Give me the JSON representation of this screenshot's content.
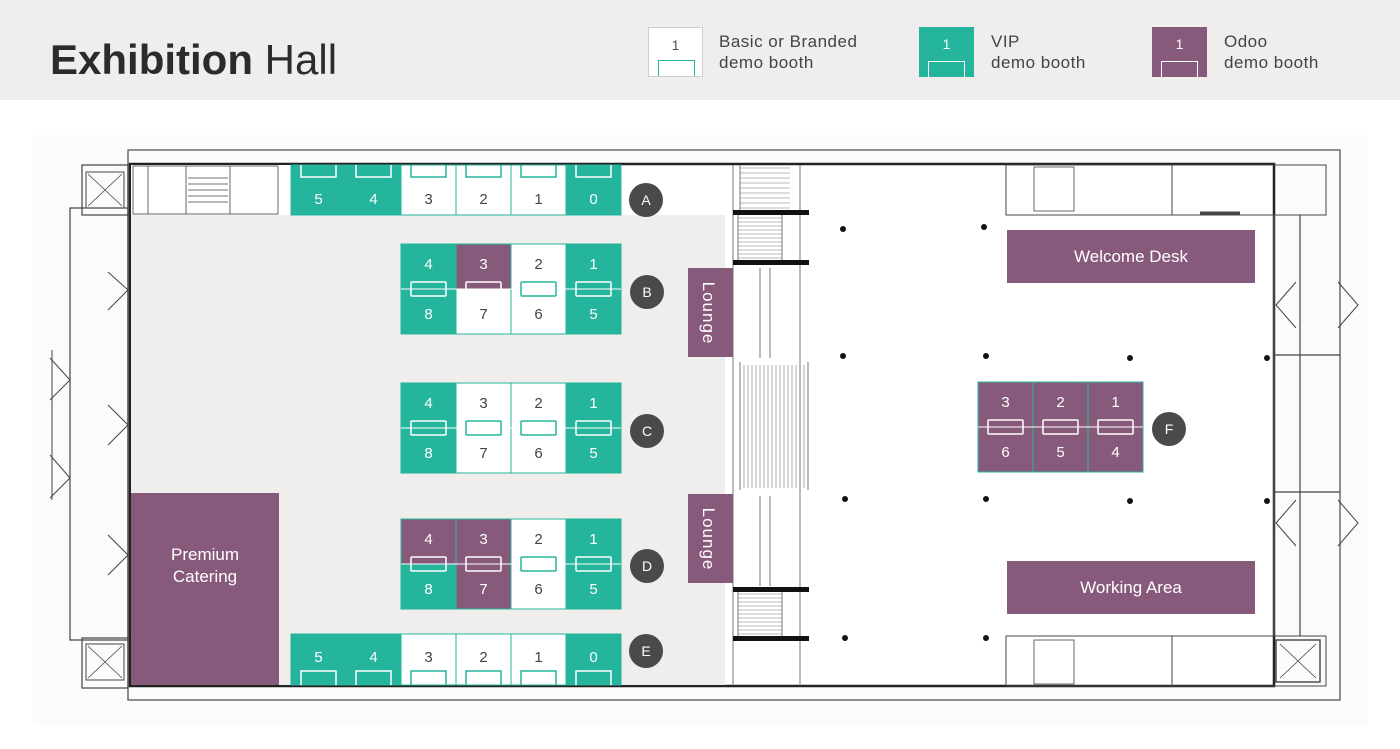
{
  "title": {
    "bold": "Exhibition",
    "regular": "Hall"
  },
  "legend": [
    {
      "number": "1",
      "line1": "Basic or Branded",
      "line2": "demo booth",
      "type": "basic"
    },
    {
      "number": "1",
      "line1": "VIP",
      "line2": "demo booth",
      "type": "vip"
    },
    {
      "number": "1",
      "line1": "Odoo",
      "line2": "demo booth",
      "type": "odoo"
    }
  ],
  "colors": {
    "vip": "#25b59c",
    "odoo": "#875a7b",
    "basic": "#ffffff",
    "marker": "#4a4a4a",
    "floor": "#efeeed"
  },
  "rows": [
    {
      "id": "A",
      "booths": [
        {
          "n": "5",
          "t": "vip"
        },
        {
          "n": "4",
          "t": "vip"
        },
        {
          "n": "3",
          "t": "basic"
        },
        {
          "n": "2",
          "t": "basic"
        },
        {
          "n": "1",
          "t": "basic"
        },
        {
          "n": "0",
          "t": "vip"
        }
      ]
    },
    {
      "id": "B",
      "top": [
        {
          "n": "4",
          "t": "vip"
        },
        {
          "n": "3",
          "t": "odoo"
        },
        {
          "n": "2",
          "t": "basic"
        },
        {
          "n": "1",
          "t": "vip"
        }
      ],
      "bottom": [
        {
          "n": "8",
          "t": "vip"
        },
        {
          "n": "7",
          "t": "basic"
        },
        {
          "n": "6",
          "t": "basic"
        },
        {
          "n": "5",
          "t": "vip"
        }
      ]
    },
    {
      "id": "C",
      "top": [
        {
          "n": "4",
          "t": "vip"
        },
        {
          "n": "3",
          "t": "basic"
        },
        {
          "n": "2",
          "t": "basic"
        },
        {
          "n": "1",
          "t": "vip"
        }
      ],
      "bottom": [
        {
          "n": "8",
          "t": "vip"
        },
        {
          "n": "7",
          "t": "basic"
        },
        {
          "n": "6",
          "t": "basic"
        },
        {
          "n": "5",
          "t": "vip"
        }
      ]
    },
    {
      "id": "D",
      "top": [
        {
          "n": "4",
          "t": "odoo"
        },
        {
          "n": "3",
          "t": "odoo"
        },
        {
          "n": "2",
          "t": "basic"
        },
        {
          "n": "1",
          "t": "vip"
        }
      ],
      "bottom": [
        {
          "n": "8",
          "t": "vip"
        },
        {
          "n": "7",
          "t": "odoo"
        },
        {
          "n": "6",
          "t": "basic"
        },
        {
          "n": "5",
          "t": "vip"
        }
      ]
    },
    {
      "id": "E",
      "booths": [
        {
          "n": "5",
          "t": "vip"
        },
        {
          "n": "4",
          "t": "vip"
        },
        {
          "n": "3",
          "t": "basic"
        },
        {
          "n": "2",
          "t": "basic"
        },
        {
          "n": "1",
          "t": "basic"
        },
        {
          "n": "0",
          "t": "vip"
        }
      ]
    },
    {
      "id": "F",
      "top": [
        {
          "n": "3",
          "t": "odoo"
        },
        {
          "n": "2",
          "t": "odoo"
        },
        {
          "n": "1",
          "t": "odoo"
        }
      ],
      "bottom": [
        {
          "n": "6",
          "t": "odoo"
        },
        {
          "n": "5",
          "t": "odoo"
        },
        {
          "n": "4",
          "t": "odoo"
        }
      ]
    }
  ],
  "areas": {
    "lounge": "Lounge",
    "premium_catering": [
      "Premium",
      "Catering"
    ],
    "welcome_desk": "Welcome Desk",
    "working_area": "Working Area"
  }
}
